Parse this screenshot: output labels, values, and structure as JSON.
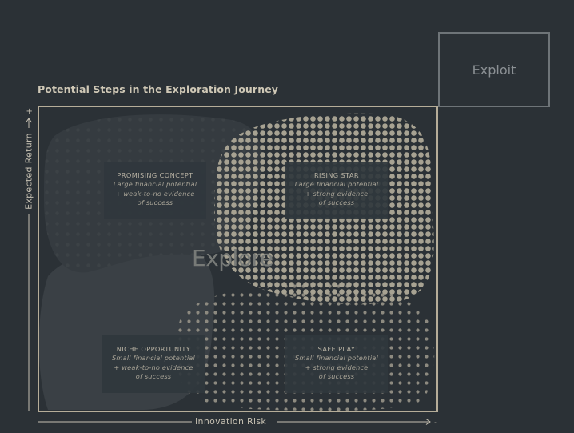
{
  "title": "Potential Steps in the Exploration Journey",
  "exploit_label": "Exploit",
  "explore_label": "Explore",
  "axes": {
    "x_label": "Innovation Risk",
    "x_end_symbol": "-",
    "y_label": "Expected Return",
    "y_end_symbol": "+"
  },
  "quadrants": {
    "promising_concept": {
      "title": "PROMISING CONCEPT",
      "line1": "Large financial potential",
      "line2": "+ weak-to-no evidence",
      "line3": "of success"
    },
    "rising_star": {
      "title": "RISING STAR",
      "line1": "Large financial potential",
      "line2": "+ strong evidence",
      "line3": "of success"
    },
    "niche_opportunity": {
      "title": "NICHE OPPORTUNITY",
      "line1": "Small financial potential",
      "line2": "+ weak-to-no evidence",
      "line3": "of success"
    },
    "safe_play": {
      "title": "SAFE PLAY",
      "line1": "Small financial potential",
      "line2": "+ strong evidence",
      "line3": "of success"
    }
  },
  "colors": {
    "background": "#2b3136",
    "frame": "#b6ad99",
    "dots": "#a39f90"
  }
}
